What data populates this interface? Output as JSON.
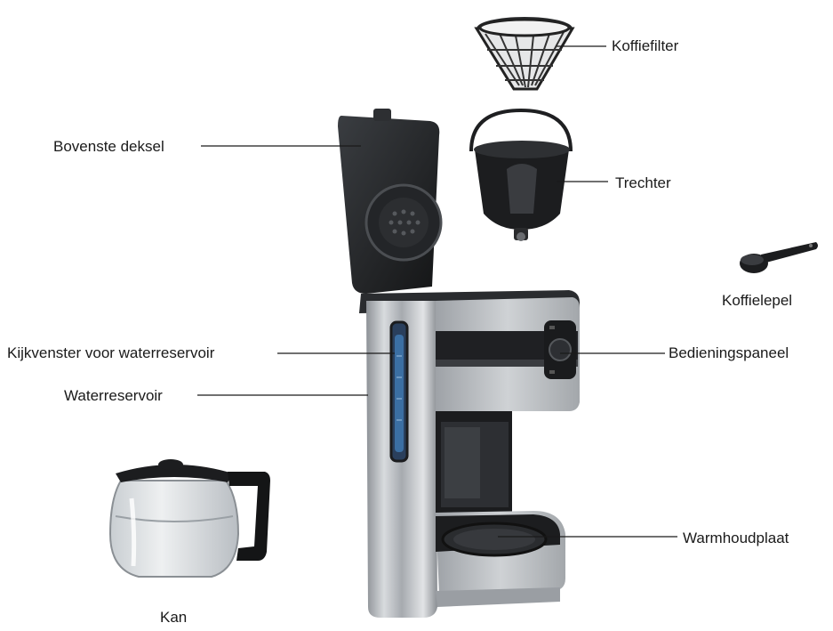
{
  "labels": {
    "filter": "Koffiefilter",
    "funnel": "Trechter",
    "top_lid": "Bovenste deksel",
    "scoop": "Koffielepel",
    "sight_window": "Kijkvenster voor waterreservoir",
    "control_panel": "Bedieningspaneel",
    "reservoir": "Waterreservoir",
    "hot_plate": "Warmhoudplaat",
    "carafe": "Kan"
  },
  "colors": {
    "stainless": "#b8bcc0",
    "stainless_dark": "#7d8186",
    "black_plastic": "#1c1d1f",
    "window_blue": "#3b6fa3",
    "glass": "#d9dde0",
    "leader_line": "#1a1a1a"
  }
}
